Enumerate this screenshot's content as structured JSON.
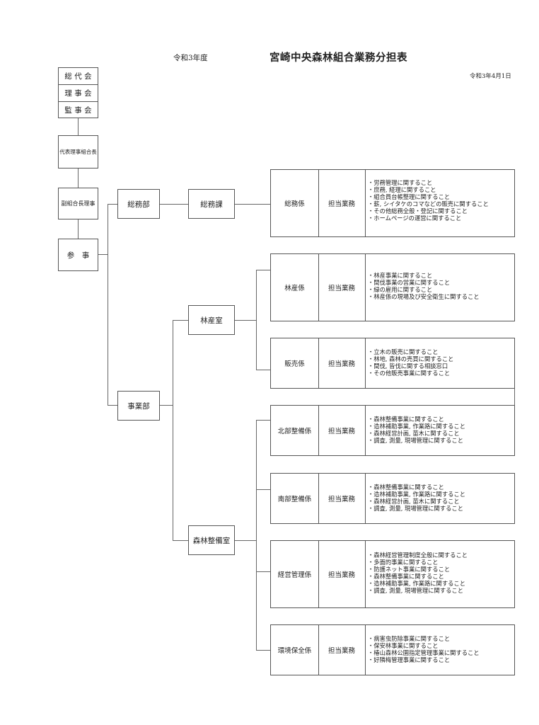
{
  "header": {
    "era_year": "令和3年度",
    "title": "宮崎中央森林組合業務分担表",
    "date": "令和3年4月1日"
  },
  "governance": [
    "総 代 会",
    "理 事 会",
    "監 事 会"
  ],
  "executives": {
    "representative": "代表理事組合長",
    "vice": "副組合長理事",
    "councilor": "参　事"
  },
  "departments": {
    "general": "総務部",
    "business": "事業部"
  },
  "sections": {
    "general_affairs": "総務課",
    "forestry_products": "林産室",
    "forest_maintenance": "森林整備室"
  },
  "duty_label": "担当業務",
  "units": [
    {
      "name": "総務係",
      "duties": [
        "・労務管理に関すること",
        "・庶務, 経理に関すること",
        "・組合員台帳整理に関すること",
        "・薪, シイタケのコマなどの販売に関すること",
        "・その他総務全般・登記に関すること",
        "・ホームページの運営に関すること"
      ]
    },
    {
      "name": "林産係",
      "duties": [
        "・林産事業に関すること",
        "・間伐事業の営業に関すること",
        "・緑の雇用に関すること",
        "・林産係の現場及び安全衛生に関すること"
      ]
    },
    {
      "name": "販売係",
      "duties": [
        "・立木の販売に関すること",
        "・林地, 森林の売買に関すること",
        "・間伐, 皆伐に関する相談窓口",
        "・その他販売事業に関すること"
      ]
    },
    {
      "name": "北部整備係",
      "duties": [
        "・森林整備事業に関すること",
        "・造林補助事業, 作業路に関すること",
        "・森林経営計画, 苗木に関すること",
        "・調査, 測量, 現場管理に関すること"
      ]
    },
    {
      "name": "南部整備係",
      "duties": [
        "・森林整備事業に関すること",
        "・造林補助事業, 作業路に関すること",
        "・森林経営計画, 苗木に関すること",
        "・調査, 測量, 現場管理に関すること"
      ]
    },
    {
      "name": "経営管理係",
      "duties": [
        "・森林経営管理制度全般に関すること",
        "・多面的事業に関すること",
        "・防護ネット事業に関すること",
        "・森林整備事業に関すること",
        "・造林補助事業, 作業路に関すること",
        "・調査, 測量, 現場管理に関すること"
      ]
    },
    {
      "name": "環境保全係",
      "duties": [
        "・病害虫防除事業に関すること",
        "・保安林事業に関すること",
        "・椿山森林公園指定管理事業に関すること",
        "・好隣梅管理事業に関すること"
      ]
    }
  ]
}
